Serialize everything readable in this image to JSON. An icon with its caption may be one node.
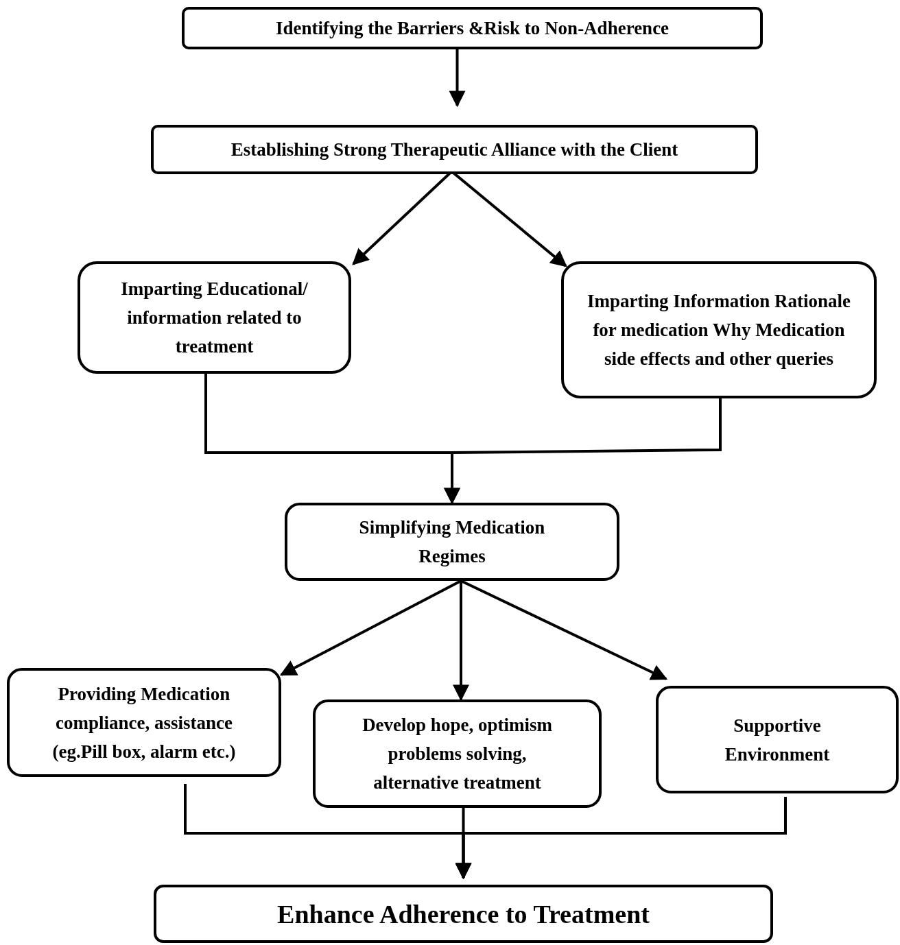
{
  "diagram": {
    "nodes": [
      {
        "text": [
          "Identifying the Barriers &Risk to Non-Adherence"
        ]
      },
      {
        "text": [
          "Establishing Strong Therapeutic Alliance with the Client"
        ]
      },
      {
        "text": [
          "Imparting Educational/ information related to treatment"
        ]
      },
      {
        "text": [
          "Imparting Information Rationale for medication Why Medication side effects and other queries"
        ]
      },
      {
        "text": [
          "Simplifying Medication Regimes"
        ]
      },
      {
        "text": [
          "Providing Medication compliance, assistance (eg.Pill box, alarm etc.)"
        ]
      },
      {
        "text": [
          "Develop hope, optimism problems solving, alternative treatment"
        ]
      },
      {
        "text": [
          "Supportive Environment"
        ]
      },
      {
        "text": [
          "Enhance Adherence to Treatment"
        ]
      }
    ],
    "edges": [
      {
        "from": 0,
        "to": 1,
        "arrow": "to"
      },
      {
        "from": 1,
        "to": 2,
        "arrow": "to"
      },
      {
        "from": 1,
        "to": 3,
        "arrow": "to"
      },
      {
        "from": 2,
        "to": 4,
        "arrow": "to"
      },
      {
        "from": 3,
        "to": 4,
        "arrow": "to"
      },
      {
        "from": 4,
        "to": 5,
        "arrow": "to"
      },
      {
        "from": 4,
        "to": 6,
        "arrow": "to"
      },
      {
        "from": 4,
        "to": 7,
        "arrow": "to"
      },
      {
        "from": 5,
        "to": 8,
        "arrow": "to"
      },
      {
        "from": 6,
        "to": 8,
        "arrow": "to"
      },
      {
        "from": 7,
        "to": 8,
        "arrow": "to"
      }
    ]
  }
}
